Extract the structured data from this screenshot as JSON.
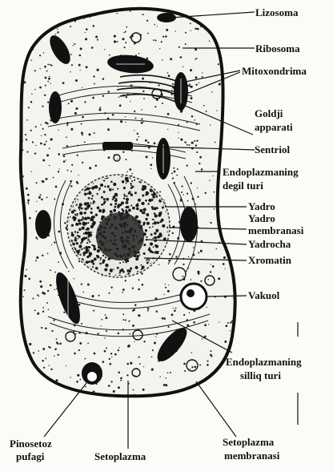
{
  "labels": {
    "lizosoma": "Lizosoma",
    "ribosoma": "Ribosoma",
    "mitoxondrima": "Mitoxondrima",
    "goldji_1": "Goldji",
    "goldji_2": "apparati",
    "sentriol": "Sentriol",
    "endo_degil_1": "Endoplazmaning",
    "endo_degil_2": "degil turi",
    "yadro": "Yadro",
    "yadro_membranasi_1": "Yadro",
    "yadro_membranasi_2": "membranasi",
    "yadrocha": "Yadrocha",
    "xromatin": "Xromatin",
    "vakuol": "Vakuol",
    "endo_silliq_1": "Endoplazmaning",
    "endo_silliq_2": "silliq turi",
    "pinosetoz_1": "Pinosetoz",
    "pinosetoz_2": "pufagi",
    "setoplazma": "Setoplazma",
    "setoplazma_membranasi_1": "Setoplazma",
    "setoplazma_membranasi_2": "membranasi"
  },
  "colors": {
    "ink": "#111111",
    "paper": "#fbfbf8"
  }
}
